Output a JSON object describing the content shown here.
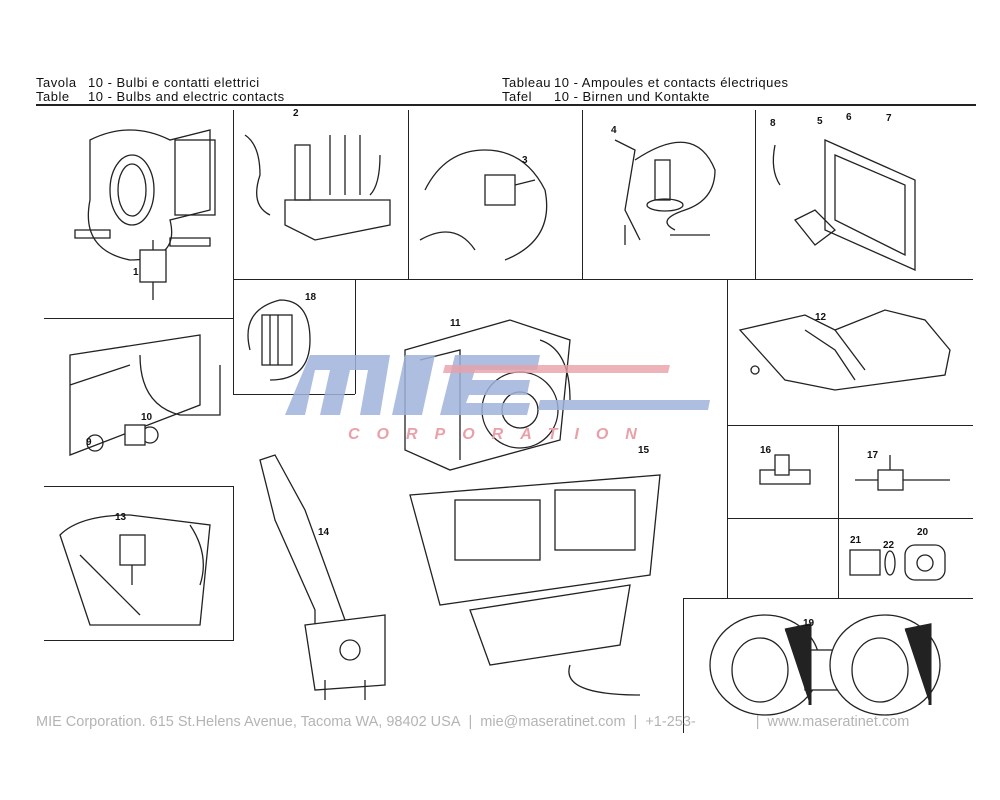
{
  "header": {
    "left": [
      {
        "label": "Tavola",
        "title": "10 - Bulbi e contatti elettrici"
      },
      {
        "label": "Table",
        "title": "10 - Bulbs and electric contacts"
      }
    ],
    "right": [
      {
        "label": "Tableau",
        "title": "10 - Ampoules et contacts électriques"
      },
      {
        "label": "Tafel",
        "title": "10 - Birnen und Kontakte"
      }
    ]
  },
  "callouts": [
    "1",
    "2",
    "3",
    "4",
    "5",
    "6",
    "7",
    "8",
    "9",
    "10",
    "11",
    "12",
    "13",
    "14",
    "15",
    "16",
    "17",
    "18",
    "19",
    "20",
    "21",
    "22"
  ],
  "watermark": {
    "logo": "MIE",
    "subtitle": "CORPORATION",
    "colors": {
      "blue": "#9fb3db",
      "red": "#e9a0a8"
    }
  },
  "footer": {
    "address": "MIE Corporation. 615 St.Helens Avenue, Tacoma WA, 98402 USA",
    "email": "mie@maseratinet.com",
    "phone": "+1-253-",
    "website": "www.maseratinet.com"
  }
}
